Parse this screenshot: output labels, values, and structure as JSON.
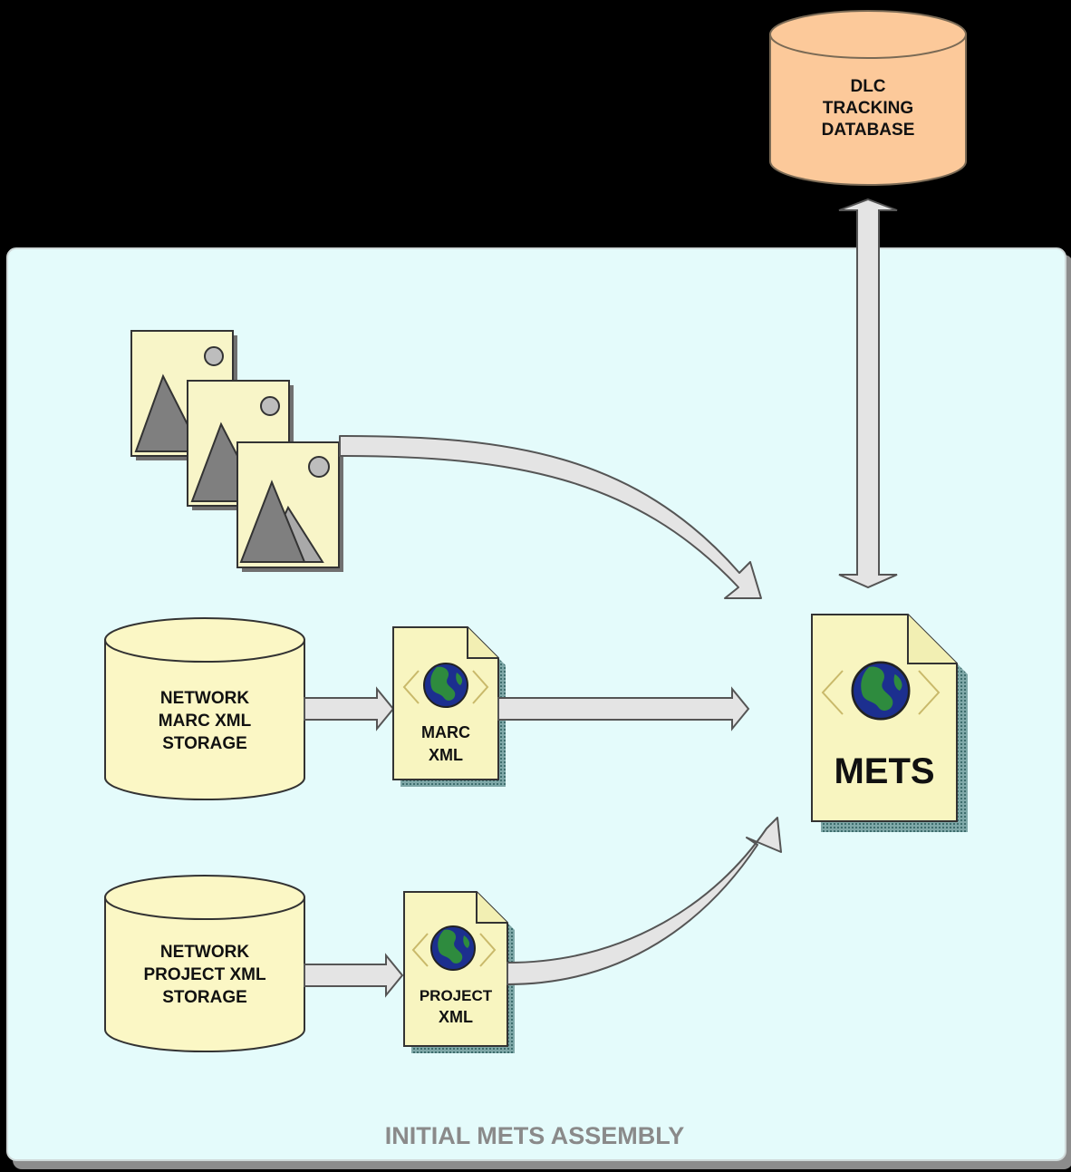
{
  "tracking_db": {
    "lines": [
      "DLC",
      "TRACKING",
      "DATABASE"
    ]
  },
  "marc_storage": {
    "lines": [
      "NETWORK",
      "MARC XML",
      "STORAGE"
    ]
  },
  "project_storage": {
    "lines": [
      "NETWORK",
      "PROJECT XML",
      "STORAGE"
    ]
  },
  "marc_doc": {
    "lines": [
      "MARC",
      "XML"
    ]
  },
  "project_doc": {
    "lines": [
      "PROJECT",
      "XML"
    ]
  },
  "mets_doc": {
    "label": "METS"
  },
  "panel": {
    "caption": "INITIAL METS ASSEMBLY"
  },
  "colors": {
    "panel_fill": "#e4fbfb",
    "db_fill": "#fcc99a",
    "storage_fill": "#fbf7c5",
    "doc_fill": "#f8f5c0",
    "arrow_fill": "#e4e4e4",
    "globe_ocean": "#1c2f8f",
    "globe_land": "#2e8b3e"
  },
  "icons": [
    "image-icon",
    "globe-icon",
    "database-icon"
  ]
}
